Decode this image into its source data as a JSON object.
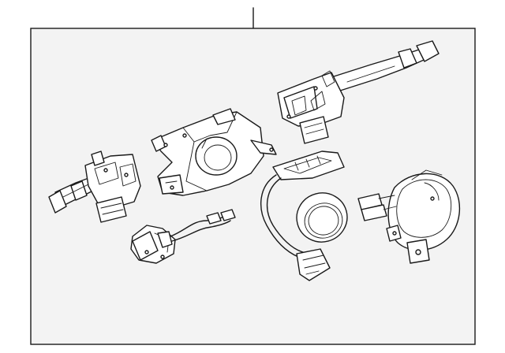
{
  "diagram": {
    "frame_color": "#1a1a1a",
    "background_color": "#f3f3f3",
    "parts": [
      {
        "id": "wiper-switch",
        "icon": "wiper-stalk-switch"
      },
      {
        "id": "headlamp-switch",
        "icon": "turn-signal-stalk-switch"
      },
      {
        "id": "switch-body",
        "icon": "steering-column-switch-body"
      },
      {
        "id": "yaw-rate-sensor-harness",
        "icon": "sensor-with-harness"
      },
      {
        "id": "steering-angle-sensor",
        "icon": "angle-sensor-module"
      },
      {
        "id": "sensor-ring",
        "icon": "sensor-ring"
      },
      {
        "id": "spiral-cable",
        "icon": "clock-spring"
      }
    ]
  }
}
